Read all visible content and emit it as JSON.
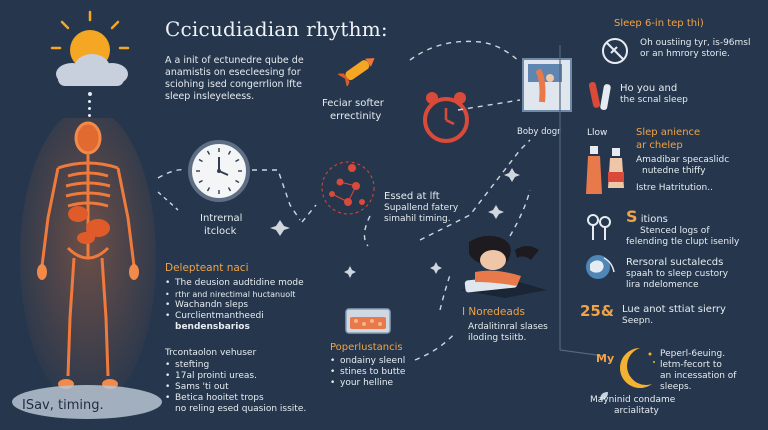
{
  "title": "Ccicudiadian rhythm:",
  "intro": {
    "lines": [
      "A a init of ectunedre qube de",
      "anamistis on esecleesing for",
      "sciohing ised congerrlion lfte",
      "sleep insleyeleess."
    ]
  },
  "feciar": {
    "line1": "Feciar softer",
    "line2": "errectinity"
  },
  "internal": {
    "line1": "Intrernal",
    "line2": "itclock"
  },
  "essed": {
    "line1": "Essed at lft",
    "line2": "Supallend fatery",
    "line3": "simahil timing."
  },
  "delepteant": {
    "heading": "Delepteant naci",
    "items": [
      "The deusion audtidine mode",
      "rthr and nirectimal huctanuolt",
      "Wachandn sleps",
      "Curclientmantheedi"
    ],
    "extra": "bendensbarios"
  },
  "trontadon": {
    "heading": "Trcontaolon vehuser",
    "items": [
      "stefting",
      "17al prointi ureas.",
      "Sams 'ti out",
      "Betica hooitet trops"
    ],
    "extra": "no reling esed quasion issite."
  },
  "sav": "ISav, timing.",
  "poperiustancis": {
    "heading": "Poperlustancis",
    "lines": [
      "ondainy sleenl",
      "stines to butte",
      "your helline"
    ]
  },
  "noredeads": {
    "heading": "I Noredeads",
    "line1": "Ardalitinral slases",
    "line2": "iloding tsiitb."
  },
  "baby": "Boby dogr",
  "right": {
    "header": "Sleep 6-in tep thi)",
    "row1": {
      "line1": "Oh oustiing tyr, is-96msl",
      "line2": "or an hmrory storie."
    },
    "row2": {
      "line1": "Ho you and",
      "line2": "the scnal sleep"
    },
    "row3": {
      "prefix": "Llow",
      "title1": "Slep anience",
      "title2": "ar chelep",
      "lines": [
        "Amadibar specaslidc",
        "nutedne thiffy"
      ],
      "extra": "Istre Hatritution.."
    },
    "row4": {
      "icon_letter": "S",
      "title": "itions",
      "line1": "Stenced logs of",
      "line2": "felending tle clupt isenily"
    },
    "row5": {
      "title": "Rersoral suctalecds",
      "line1": "spaah to sleep custory",
      "line2": "lira ndelomence"
    },
    "row6": {
      "number": "25&",
      "line1": "Lue anot sttiat sierry",
      "line2": "Seepn."
    },
    "row7": {
      "prefix": "My",
      "line1": "Peperl-6euing.",
      "line2": "letm-fecort to",
      "line3": "an incessation of",
      "line4": "sleeps."
    },
    "bottom": {
      "line1": "Mayninid condame",
      "line2": "arcialitaty"
    }
  },
  "colors": {
    "background": "#26374d",
    "accent": "#f0a347",
    "body": "#e8793a",
    "moon": "#f4b233",
    "sun": "#f5a623"
  },
  "icons": [
    "sun-cloud-icon",
    "human-body-icon",
    "wall-clock-icon",
    "rocket-icon",
    "alarm-clock-icon",
    "molecule-icon",
    "petri-dish-icon",
    "sleeping-woman-icon",
    "window-card-icon",
    "no-entry-icon",
    "pill-tubes-icon",
    "bottles-icon",
    "keys-icon",
    "globe-icon",
    "moon-icon",
    "leaf-icon"
  ]
}
